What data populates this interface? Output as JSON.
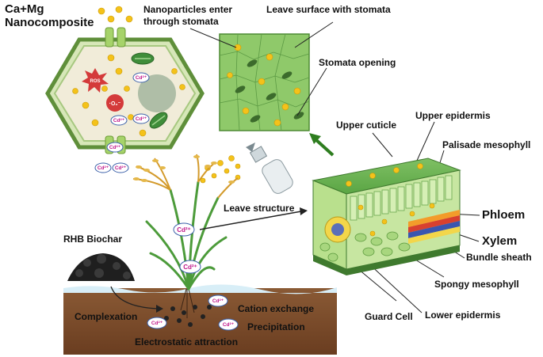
{
  "labels": {
    "nanocomposite_line1": "Ca+Mg",
    "nanocomposite_line2": "Nanocomposite",
    "nanoparticles_line1": "Nanoparticles enter",
    "nanoparticles_line2": "through stomata",
    "leaf_surface": "Leave surface with stomata",
    "stomata_opening": "Stomata opening",
    "upper_cuticle": "Upper cuticle",
    "upper_epidermis": "Upper epidermis",
    "palisade": "Palisade mesophyll",
    "leave_structure": "Leave structure",
    "phloem": "Phloem",
    "xylem": "Xylem",
    "bundle_sheath": "Bundle sheath",
    "spongy": "Spongy mesophyll",
    "guard_cell": "Guard Cell",
    "lower_epidermis": "Lower epidermis",
    "rhb_biochar": "RHB Biochar",
    "complexation": "Complexation",
    "cation_exchange": "Cation exchange",
    "precipitation": "Precipitation",
    "electrostatic": "Electrostatic attraction",
    "cell_ros": "ROS",
    "cell_o2": "·O₂⁻",
    "cd_ion": "Cd²⁺"
  },
  "colors": {
    "cell_border": "#5f8f3a",
    "cell_fill": "#f1ecd9",
    "nanoparticle": "#f4c21a",
    "leaf_green": "#8fc96a",
    "soil": "#7a4a2a",
    "cd_text": "#c0168a",
    "arrow_green": "#2e7d1f"
  },
  "icons": [
    "spray-bottle-icon",
    "rice-plant-icon",
    "biochar-pile-icon",
    "chloroplast-icon",
    "vacuole-icon",
    "ros-burst-icon"
  ]
}
